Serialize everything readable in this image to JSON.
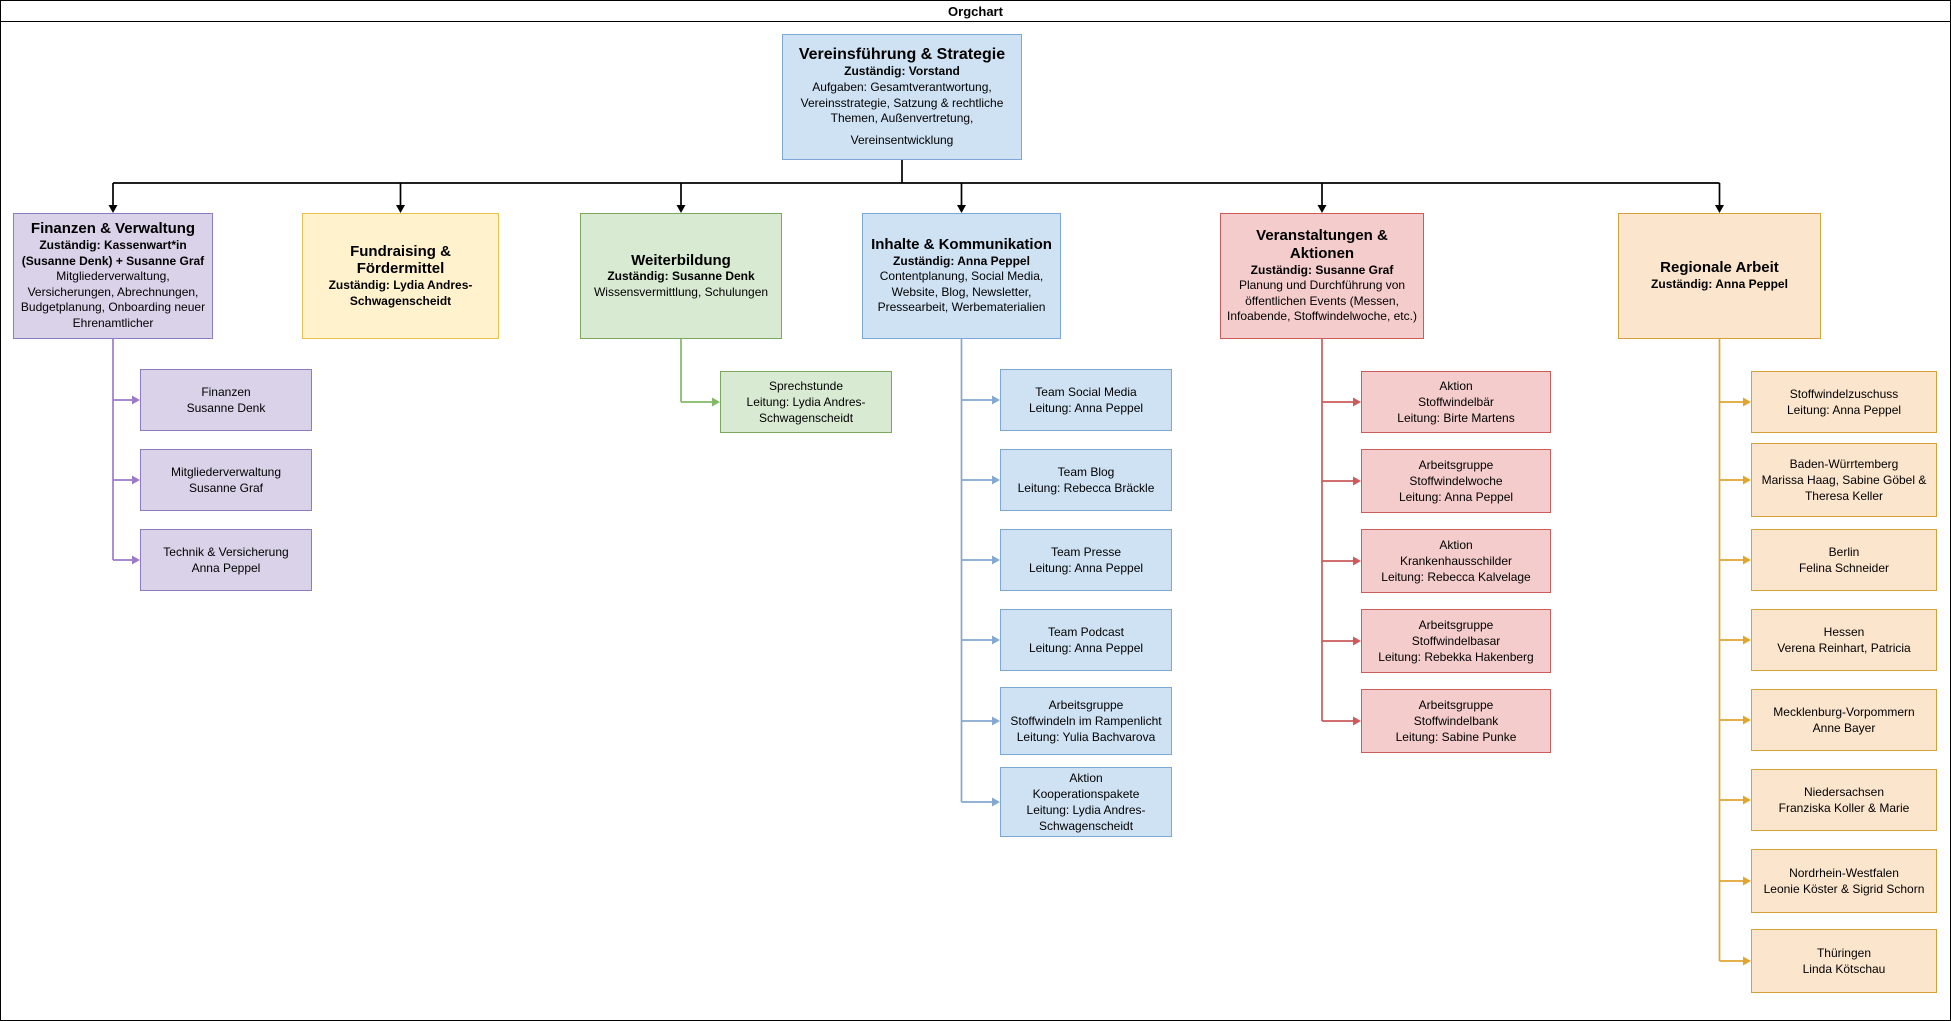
{
  "window": {
    "title": "Orgchart"
  },
  "palette": {
    "blue": {
      "fill": "#cfe2f3",
      "border": "#7da7d9",
      "arrow": "#85a8d0"
    },
    "purple": {
      "fill": "#d9d2e9",
      "border": "#8e7cc3",
      "arrow": "#9d7bc9"
    },
    "yellow": {
      "fill": "#fff2cc",
      "border": "#e7c251",
      "arrow": "#e7c251"
    },
    "green": {
      "fill": "#d9ead3",
      "border": "#79a85e",
      "arrow": "#83b868"
    },
    "red": {
      "fill": "#f4cccc",
      "border": "#cc5b5b",
      "arrow": "#cc5b5b"
    },
    "orange": {
      "fill": "#fce5cd",
      "border": "#d6a138",
      "arrow": "#e0a52f"
    },
    "connector": "#000000"
  },
  "root": {
    "id": "vereinsfuehrung-strategie",
    "color": "blue",
    "title": "Vereinsführung & Strategie",
    "lead": "Zuständig: Vorstand",
    "body": [
      "Aufgaben: Gesamtverantwortung, Vereinsstrategie, Satzung & rechtliche Themen, Außenvertretung,",
      "Vereinsentwicklung"
    ]
  },
  "branches": [
    {
      "id": "finanzen-verwaltung",
      "color": "purple",
      "title": "Finanzen & Verwaltung",
      "lead": "Zuständig: Kassenwart*in (Susanne Denk) + Susanne Graf",
      "body": [
        "Mitgliederverwaltung, Versicherungen, Abrechnungen, Budgetplanung, Onboarding neuer Ehrenamtlicher"
      ],
      "children": [
        {
          "id": "finanzen",
          "lines": [
            "Finanzen",
            "Susanne Denk"
          ]
        },
        {
          "id": "mitgliederverwaltung",
          "lines": [
            "Mitgliederverwaltung",
            "Susanne Graf"
          ]
        },
        {
          "id": "technik-versicherung",
          "lines": [
            "Technik & Versicherung",
            "Anna Peppel"
          ]
        }
      ]
    },
    {
      "id": "fundraising-foerdermittel",
      "color": "yellow",
      "title": "Fundraising & Fördermittel",
      "lead": "Zuständig: Lydia Andres-Schwagenscheidt",
      "body": [],
      "children": []
    },
    {
      "id": "weiterbildung",
      "color": "green",
      "title": "Weiterbildung",
      "lead": "Zuständig: Susanne Denk",
      "body": [
        "Wissensvermittlung, Schulungen"
      ],
      "children": [
        {
          "id": "sprechstunde",
          "lines": [
            "Sprechstunde",
            "Leitung: Lydia Andres-",
            "Schwagenscheidt"
          ]
        }
      ]
    },
    {
      "id": "inhalte-kommunikation",
      "color": "blue",
      "title": "Inhalte & Kommunikation",
      "lead": "Zuständig: Anna Peppel",
      "body": [
        "Contentplanung, Social Media, Website, Blog, Newsletter, Pressearbeit, Werbematerialien"
      ],
      "children": [
        {
          "id": "team-social-media",
          "lines": [
            "Team Social Media",
            "Leitung: Anna Peppel"
          ]
        },
        {
          "id": "team-blog",
          "lines": [
            "Team Blog",
            "Leitung: Rebecca Bräckle"
          ]
        },
        {
          "id": "team-presse",
          "lines": [
            "Team Presse",
            "Leitung: Anna Peppel"
          ]
        },
        {
          "id": "team-podcast",
          "lines": [
            "Team Podcast",
            "Leitung: Anna Peppel"
          ]
        },
        {
          "id": "ag-stoffwindeln-rampenlicht",
          "lines": [
            "Arbeitsgruppe",
            "Stoffwindeln im Rampenlicht",
            "Leitung: Yulia Bachvarova"
          ]
        },
        {
          "id": "aktion-kooperationspakete",
          "lines": [
            "Aktion",
            "Kooperationspakete",
            "Leitung: Lydia Andres-",
            "Schwagenscheidt"
          ]
        }
      ]
    },
    {
      "id": "veranstaltungen-aktionen",
      "color": "red",
      "title": "Veranstaltungen & Aktionen",
      "lead": "Zuständig: Susanne Graf",
      "body": [
        "Planung und Durchführung von öffentlichen Events (Messen, Infoabende, Stoffwindelwoche, etc.)"
      ],
      "children": [
        {
          "id": "aktion-stoffwindelbaer",
          "lines": [
            "Aktion",
            "Stoffwindelbär",
            "Leitung: Birte Martens"
          ]
        },
        {
          "id": "ag-stoffwindelwoche",
          "lines": [
            "Arbeitsgruppe",
            "Stoffwindelwoche",
            "Leitung: Anna Peppel"
          ]
        },
        {
          "id": "aktion-krankenhausschilder",
          "lines": [
            "Aktion",
            "Krankenhausschilder",
            "Leitung: Rebecca Kalvelage"
          ]
        },
        {
          "id": "ag-stoffwindelbasar",
          "lines": [
            "Arbeitsgruppe",
            "Stoffwindelbasar",
            "Leitung: Rebekka Hakenberg"
          ]
        },
        {
          "id": "ag-stoffwindelbank",
          "lines": [
            "Arbeitsgruppe",
            "Stoffwindelbank",
            "Leitung: Sabine Punke"
          ]
        }
      ]
    },
    {
      "id": "regionale-arbeit",
      "color": "orange",
      "title": "Regionale Arbeit",
      "lead": "Zuständig: Anna Peppel",
      "body": [],
      "children": [
        {
          "id": "stoffwindelzuschuss",
          "lines": [
            "Stoffwindelzuschuss",
            "Leitung: Anna Peppel"
          ]
        },
        {
          "id": "baden-wuerrtemberg",
          "lines": [
            "Baden-Würrtemberg",
            "Marissa Haag, Sabine Göbel &",
            "Theresa Keller"
          ]
        },
        {
          "id": "berlin",
          "lines": [
            "Berlin",
            "Felina Schneider"
          ]
        },
        {
          "id": "hessen",
          "lines": [
            "Hessen",
            "Verena Reinhart, Patricia"
          ]
        },
        {
          "id": "mecklenburg-vorpommern",
          "lines": [
            "Mecklenburg-Vorpommern",
            "Anne Bayer"
          ]
        },
        {
          "id": "niedersachsen",
          "lines": [
            "Niedersachsen",
            "Franziska Koller & Marie"
          ]
        },
        {
          "id": "nordrhein-westfalen",
          "lines": [
            "Nordrhein-Westfalen",
            "Leonie Köster & Sigrid Schorn"
          ]
        },
        {
          "id": "thueringen",
          "lines": [
            "Thüringen",
            "Linda Kötschau"
          ]
        }
      ]
    }
  ]
}
